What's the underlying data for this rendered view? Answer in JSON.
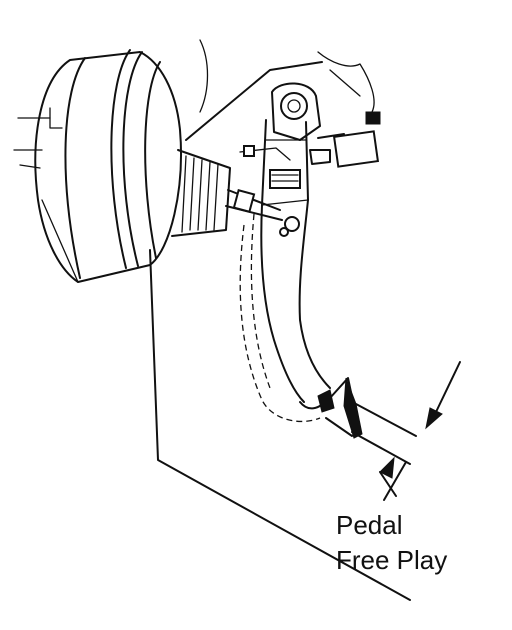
{
  "callout": {
    "line1": "Pedal",
    "line2": "Free Play"
  },
  "icons": {
    "pedal_assembly": "brake-pedal-assembly-drawing",
    "arrows": "dimension-arrow"
  }
}
